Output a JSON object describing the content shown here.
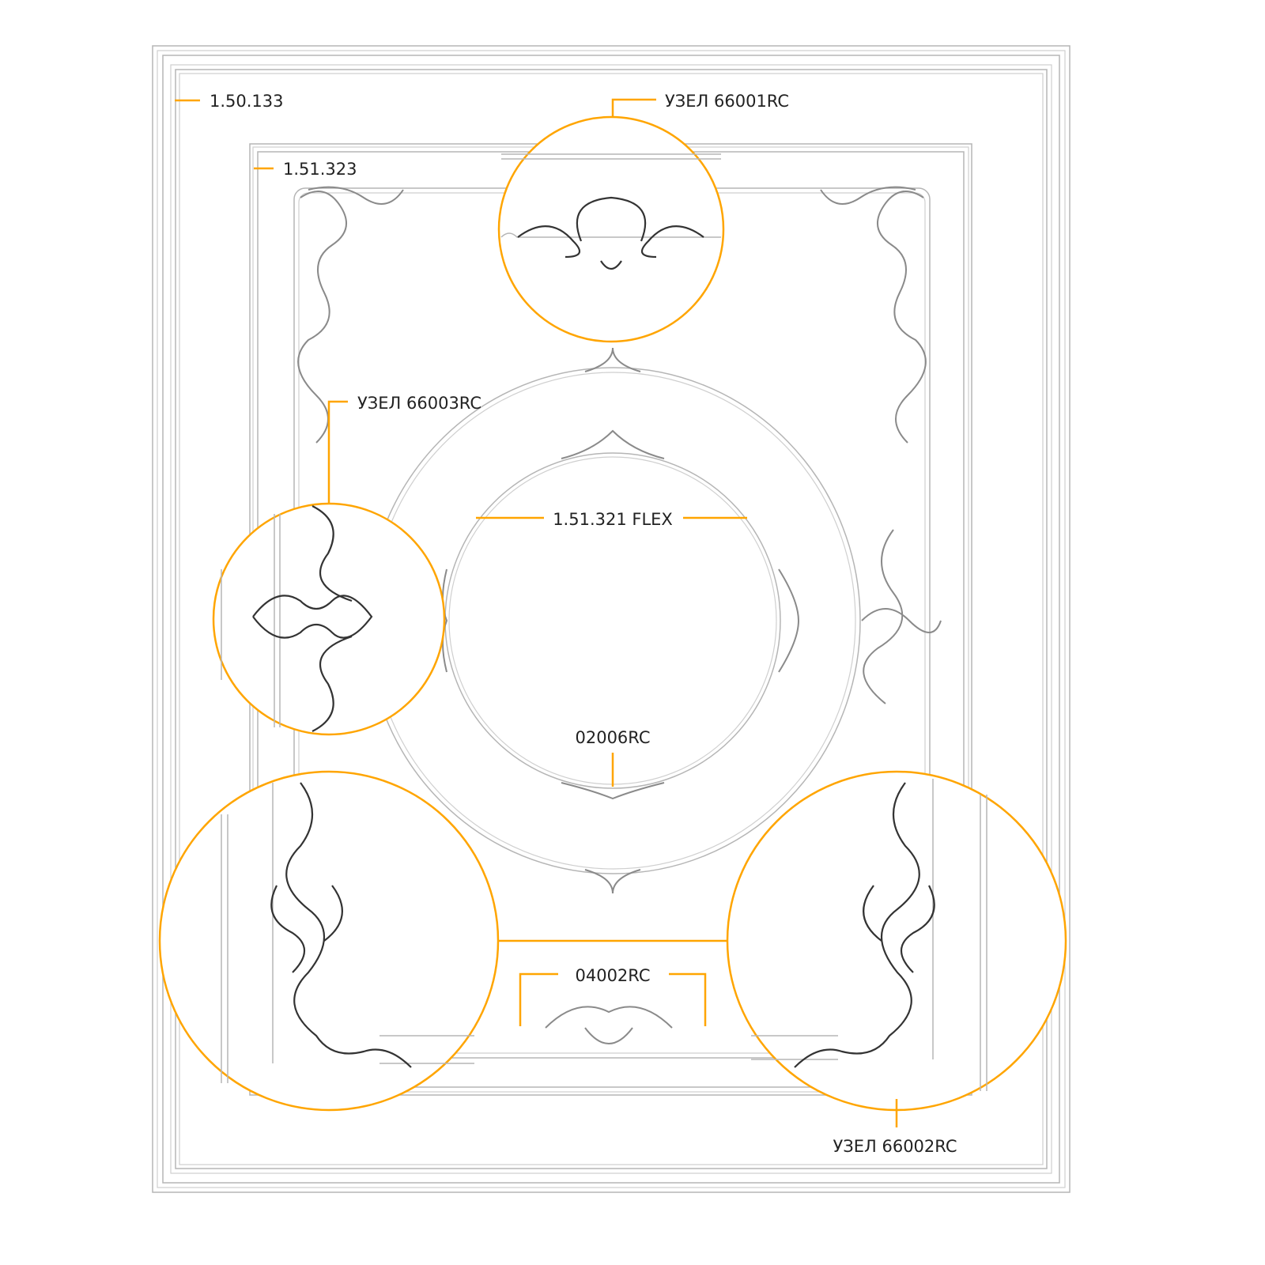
{
  "labels": {
    "outer_frame": "1.50.133",
    "inner_frame": "1.51.323",
    "node_top": "УЗЕЛ 66001RC",
    "node_left": "УЗЕЛ 66003RC",
    "ring": "1.51.321 FLEX",
    "ring_ornament": "02006RC",
    "bottom_ornament": "04002RC",
    "node_corner": "УЗЕЛ 66002RC"
  },
  "colors": {
    "accent": "#FFA500",
    "molding": "#b5b5b5",
    "text": "#222222"
  }
}
